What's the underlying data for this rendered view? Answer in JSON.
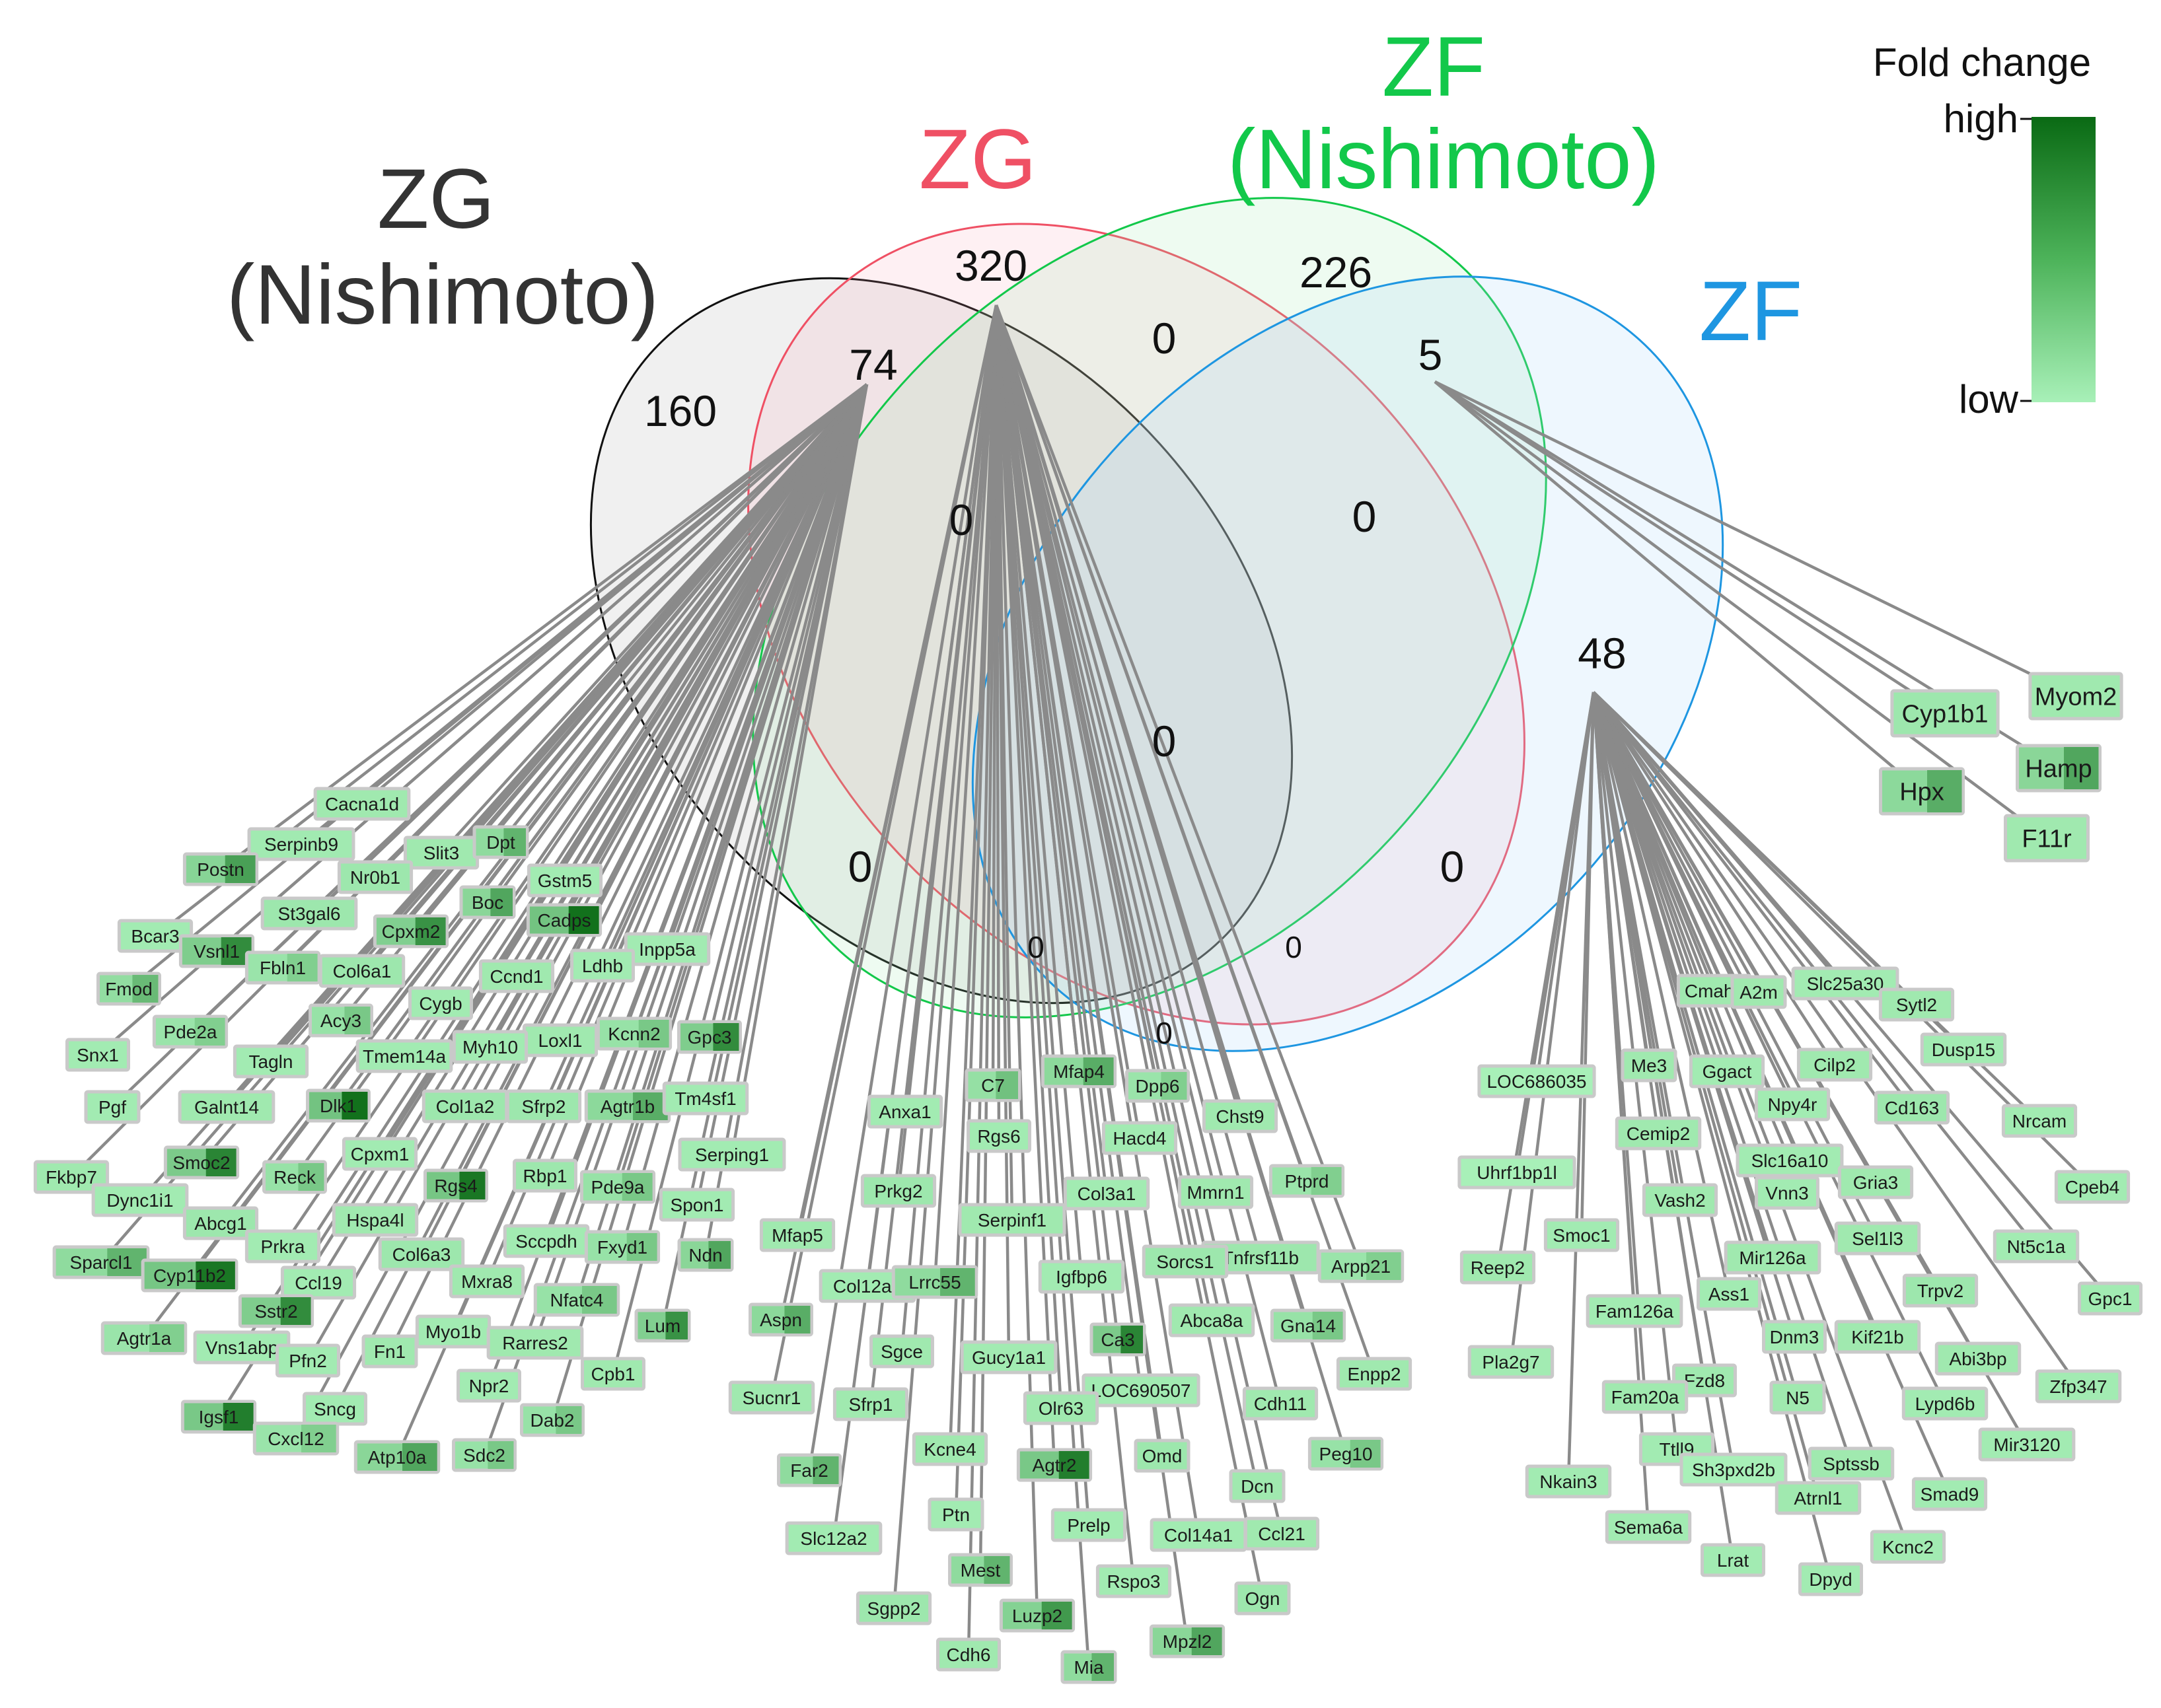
{
  "colors": {
    "zg_nishimoto": "#333333",
    "zg": "#ef5064",
    "zf_nishimoto": "#12c84a",
    "zf": "#1e96e1",
    "edge": "#8a8a8a",
    "box_border": "#c9c9c9",
    "fold_low": "#a8f0b8",
    "fold_high": "#0a6a14"
  },
  "sets": {
    "zg_nishimoto": {
      "line1": "ZG",
      "line2": "(Nishimoto)"
    },
    "zg": {
      "line1": "ZG"
    },
    "zf_nishimoto": {
      "line1": "ZF",
      "line2": "(Nishimoto)"
    },
    "zf": {
      "line1": "ZF"
    }
  },
  "regions": {
    "zgn_only": "160",
    "zgn_zg": "74",
    "zg_only": "320",
    "zfn_only": "226",
    "zg_zfn": "0",
    "zfn_zf": "5",
    "zgn_zg_zfn": "0",
    "zg_zfn_zf": "0",
    "zf_only": "48",
    "all_four": "0",
    "zgn_zfn": "0",
    "zg_zf": "0",
    "zgn_zfn_zf": "0",
    "zgn_zg_zf": "0",
    "zgn_zf": "0"
  },
  "legend": {
    "title": "Fold change",
    "high": "high",
    "low": "low"
  },
  "clusters": {
    "zgn_zg": [
      {
        "name": "Cacna1d",
        "fold": 0.15
      },
      {
        "name": "Serpinb9",
        "fold": 0.12
      },
      {
        "name": "Slit3",
        "fold": 0.15
      },
      {
        "name": "Dpt",
        "fold": 0.45
      },
      {
        "name": "Postn",
        "fold": 0.6
      },
      {
        "name": "Nr0b1",
        "fold": 0.2
      },
      {
        "name": "Gstm5",
        "fold": 0.1
      },
      {
        "name": "Boc",
        "fold": 0.55
      },
      {
        "name": "Cadps",
        "fold": 0.95
      },
      {
        "name": "St3gal6",
        "fold": 0.2
      },
      {
        "name": "Bcar3",
        "fold": 0.1
      },
      {
        "name": "Cpxm2",
        "fold": 0.7
      },
      {
        "name": "Vsnl1",
        "fold": 0.75
      },
      {
        "name": "Inpp5a",
        "fold": 0.1
      },
      {
        "name": "Fbln1",
        "fold": 0.25
      },
      {
        "name": "Col6a1",
        "fold": 0.2
      },
      {
        "name": "Ldhb",
        "fold": 0.1
      },
      {
        "name": "Ccnd1",
        "fold": 0.15
      },
      {
        "name": "Fmod",
        "fold": 0.4
      },
      {
        "name": "Cygb",
        "fold": 0.1
      },
      {
        "name": "Acy3",
        "fold": 0.3
      },
      {
        "name": "Pde2a",
        "fold": 0.25
      },
      {
        "name": "Kcnn2",
        "fold": 0.3
      },
      {
        "name": "Gpc3",
        "fold": 0.75
      },
      {
        "name": "Loxl1",
        "fold": 0.15
      },
      {
        "name": "Snx1",
        "fold": 0.1
      },
      {
        "name": "Myh10",
        "fold": 0.1
      },
      {
        "name": "Tmem14a",
        "fold": 0.1
      },
      {
        "name": "Tagln",
        "fold": 0.1
      },
      {
        "name": "Pgf",
        "fold": 0.1
      },
      {
        "name": "Galnt14",
        "fold": 0.15
      },
      {
        "name": "Dlk1",
        "fold": 0.95
      },
      {
        "name": "Col1a2",
        "fold": 0.2
      },
      {
        "name": "Sfrp2",
        "fold": 0.2
      },
      {
        "name": "Agtr1b",
        "fold": 0.5
      },
      {
        "name": "Tm4sf1",
        "fold": 0.1
      },
      {
        "name": "Serping1",
        "fold": 0.1
      },
      {
        "name": "Cpxm1",
        "fold": 0.1
      },
      {
        "name": "Smoc2",
        "fold": 0.8
      },
      {
        "name": "Fkbp7",
        "fold": 0.15
      },
      {
        "name": "Dync1i1",
        "fold": 0.1
      },
      {
        "name": "Reck",
        "fold": 0.3
      },
      {
        "name": "Rgs4",
        "fold": 0.9
      },
      {
        "name": "Rbp1",
        "fold": 0.2
      },
      {
        "name": "Pde9a",
        "fold": 0.3
      },
      {
        "name": "Spon1",
        "fold": 0.1
      },
      {
        "name": "Abcg1",
        "fold": 0.2
      },
      {
        "name": "Hspa4l",
        "fold": 0.15
      },
      {
        "name": "Prkra",
        "fold": 0.1
      },
      {
        "name": "Sccpdh",
        "fold": 0.1
      },
      {
        "name": "Fxyd1",
        "fold": 0.3
      },
      {
        "name": "Ndn",
        "fold": 0.55
      },
      {
        "name": "Sparcl1",
        "fold": 0.45
      },
      {
        "name": "Cyp11b2",
        "fold": 0.9
      },
      {
        "name": "Col6a3",
        "fold": 0.2
      },
      {
        "name": "Mxra8",
        "fold": 0.15
      },
      {
        "name": "Nfatc4",
        "fold": 0.3
      },
      {
        "name": "Ccl19",
        "fold": 0.1
      },
      {
        "name": "Sstr2",
        "fold": 0.75
      },
      {
        "name": "Agtr1a",
        "fold": 0.25
      },
      {
        "name": "Myo1b",
        "fold": 0.1
      },
      {
        "name": "Lum",
        "fold": 0.7
      },
      {
        "name": "Vns1abp",
        "fold": 0.1
      },
      {
        "name": "Fn1",
        "fold": 0.15
      },
      {
        "name": "Rarres2",
        "fold": 0.15
      },
      {
        "name": "Pfn2",
        "fold": 0.1
      },
      {
        "name": "Cpb1",
        "fold": 0.15
      },
      {
        "name": "Npr2",
        "fold": 0.1
      },
      {
        "name": "Igsf1",
        "fold": 0.85
      },
      {
        "name": "Sncg",
        "fold": 0.1
      },
      {
        "name": "Cxcl12",
        "fold": 0.25
      },
      {
        "name": "Dab2",
        "fold": 0.3
      },
      {
        "name": "Atp10a",
        "fold": 0.55
      },
      {
        "name": "Sdc2",
        "fold": 0.3
      }
    ],
    "zg_only": [
      {
        "name": "C7",
        "fold": 0.35
      },
      {
        "name": "Mfap4",
        "fold": 0.5
      },
      {
        "name": "Dpp6",
        "fold": 0.25
      },
      {
        "name": "Anxa1",
        "fold": 0.1
      },
      {
        "name": "Chst9",
        "fold": 0.15
      },
      {
        "name": "Rgs6",
        "fold": 0.1
      },
      {
        "name": "Hacd4",
        "fold": 0.1
      },
      {
        "name": "Ptprd",
        "fold": 0.25
      },
      {
        "name": "Prkg2",
        "fold": 0.2
      },
      {
        "name": "Col3a1",
        "fold": 0.1
      },
      {
        "name": "Mmrn1",
        "fold": 0.15
      },
      {
        "name": "Mfap5",
        "fold": 0.15
      },
      {
        "name": "Serpinf1",
        "fold": 0.15
      },
      {
        "name": "Tnfrsf11b",
        "fold": 0.2
      },
      {
        "name": "Arpp21",
        "fold": 0.25
      },
      {
        "name": "Col12a1",
        "fold": 0.1
      },
      {
        "name": "Sorcs1",
        "fold": 0.2
      },
      {
        "name": "Lrrc55",
        "fold": 0.45
      },
      {
        "name": "Igfbp6",
        "fold": 0.1
      },
      {
        "name": "Aspn",
        "fold": 0.5
      },
      {
        "name": "Abca8a",
        "fold": 0.15
      },
      {
        "name": "Gna14",
        "fold": 0.3
      },
      {
        "name": "Sgce",
        "fold": 0.15
      },
      {
        "name": "Gucy1a1",
        "fold": 0.1
      },
      {
        "name": "Ca3",
        "fold": 0.8
      },
      {
        "name": "Enpp2",
        "fold": 0.15
      },
      {
        "name": "LOC690507",
        "fold": 0.1
      },
      {
        "name": "Sucnr1",
        "fold": 0.15
      },
      {
        "name": "Sfrp1",
        "fold": 0.15
      },
      {
        "name": "Cdh11",
        "fold": 0.15
      },
      {
        "name": "Olr63",
        "fold": 0.15
      },
      {
        "name": "Peg10",
        "fold": 0.3
      },
      {
        "name": "Kcne4",
        "fold": 0.15
      },
      {
        "name": "Agtr2",
        "fold": 0.85
      },
      {
        "name": "Omd",
        "fold": 0.2
      },
      {
        "name": "Far2",
        "fold": 0.45
      },
      {
        "name": "Dcn",
        "fold": 0.15
      },
      {
        "name": "Slc12a2",
        "fold": 0.1
      },
      {
        "name": "Ptn",
        "fold": 0.1
      },
      {
        "name": "Prelp",
        "fold": 0.1
      },
      {
        "name": "Col14a1",
        "fold": 0.1
      },
      {
        "name": "Ccl21",
        "fold": 0.15
      },
      {
        "name": "Mest",
        "fold": 0.45
      },
      {
        "name": "Rspo3",
        "fold": 0.1
      },
      {
        "name": "Ogn",
        "fold": 0.2
      },
      {
        "name": "Sgpp2",
        "fold": 0.2
      },
      {
        "name": "Luzp2",
        "fold": 0.65
      },
      {
        "name": "Mpzl2",
        "fold": 0.55
      },
      {
        "name": "Cdh6",
        "fold": 0.15
      },
      {
        "name": "Mia",
        "fold": 0.45
      }
    ],
    "zfn_zf": [
      {
        "name": "Myom2",
        "fold": 0.15
      },
      {
        "name": "Cyp1b1",
        "fold": 0.2
      },
      {
        "name": "Hamp",
        "fold": 0.55
      },
      {
        "name": "Hpx",
        "fold": 0.5
      },
      {
        "name": "F11r",
        "fold": 0.15
      }
    ],
    "zf_only": [
      {
        "name": "Cmahp",
        "fold": 0.15
      },
      {
        "name": "A2m",
        "fold": 0.15
      },
      {
        "name": "Slc25a30",
        "fold": 0.1
      },
      {
        "name": "Sytl2",
        "fold": 0.15
      },
      {
        "name": "LOC686035",
        "fold": 0.0
      },
      {
        "name": "Me3",
        "fold": 0.15
      },
      {
        "name": "Ggact",
        "fold": 0.1
      },
      {
        "name": "Cilp2",
        "fold": 0.15
      },
      {
        "name": "Dusp15",
        "fold": 0.1
      },
      {
        "name": "Npy4r",
        "fold": 0.1
      },
      {
        "name": "Cd163",
        "fold": 0.2
      },
      {
        "name": "Cemip2",
        "fold": 0.15
      },
      {
        "name": "Nrcam",
        "fold": 0.1
      },
      {
        "name": "Uhrf1bp1l",
        "fold": 0.0
      },
      {
        "name": "Slc16a10",
        "fold": 0.1
      },
      {
        "name": "Vnn3",
        "fold": 0.1
      },
      {
        "name": "Cpeb4",
        "fold": 0.1
      },
      {
        "name": "Vash2",
        "fold": 0.15
      },
      {
        "name": "Gria3",
        "fold": 0.15
      },
      {
        "name": "Smoc1",
        "fold": 0.1
      },
      {
        "name": "Sel1l3",
        "fold": 0.15
      },
      {
        "name": "Nt5c1a",
        "fold": 0.1
      },
      {
        "name": "Reep2",
        "fold": 0.15
      },
      {
        "name": "Mir126a",
        "fold": 0.15
      },
      {
        "name": "Trpv2",
        "fold": 0.2
      },
      {
        "name": "Gpc1",
        "fold": 0.1
      },
      {
        "name": "Ass1",
        "fold": 0.1
      },
      {
        "name": "Fam126a",
        "fold": 0.1
      },
      {
        "name": "Dnm3",
        "fold": 0.1
      },
      {
        "name": "Kif21b",
        "fold": 0.15
      },
      {
        "name": "Abi3bp",
        "fold": 0.15
      },
      {
        "name": "Zfp347",
        "fold": 0.1
      },
      {
        "name": "Pla2g7",
        "fold": 0.1
      },
      {
        "name": "Fzd8",
        "fold": 0.15
      },
      {
        "name": "N5",
        "fold": 0.15
      },
      {
        "name": "Lypd6b",
        "fold": 0.1
      },
      {
        "name": "Fam20a",
        "fold": 0.15
      },
      {
        "name": "Mir3120",
        "fold": 0.1
      },
      {
        "name": "Ttll9",
        "fold": 0.1
      },
      {
        "name": "Sptssb",
        "fold": 0.15
      },
      {
        "name": "Nkain3",
        "fold": 0.1
      },
      {
        "name": "Sh3pxd2b",
        "fold": 0.0
      },
      {
        "name": "Smad9",
        "fold": 0.1
      },
      {
        "name": "Atrnl1",
        "fold": 0.15
      },
      {
        "name": "Sema6a",
        "fold": 0.1
      },
      {
        "name": "Kcnc2",
        "fold": 0.1
      },
      {
        "name": "Lrat",
        "fold": 0.1
      },
      {
        "name": "Dpyd",
        "fold": 0.1
      }
    ]
  }
}
